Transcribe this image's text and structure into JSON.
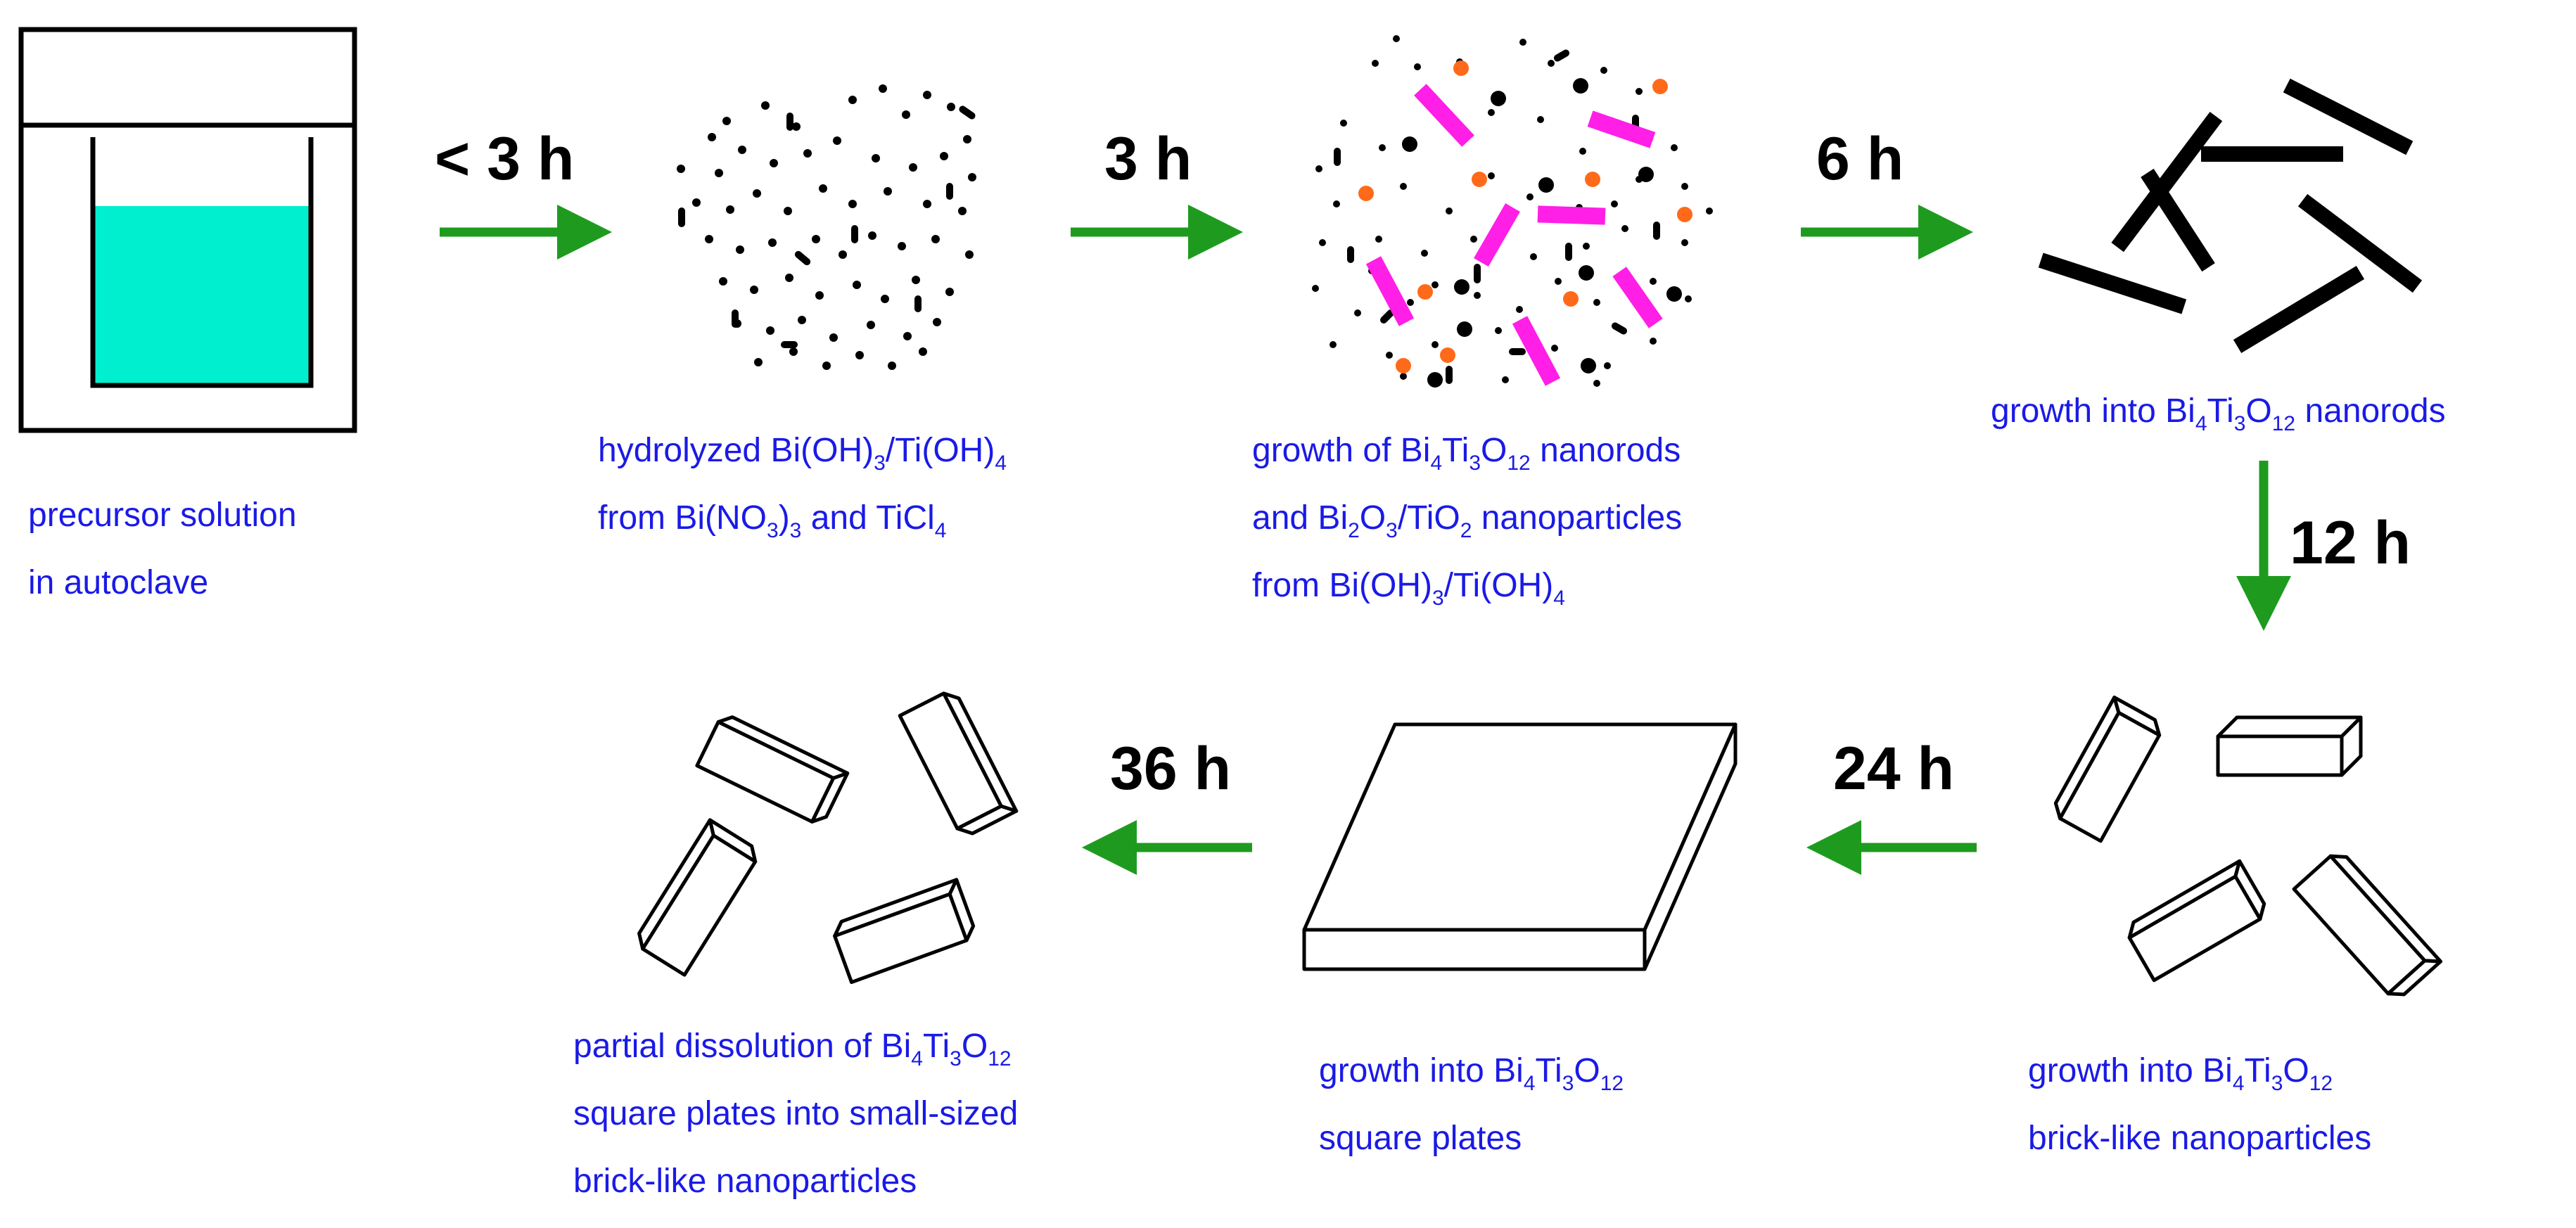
{
  "colors": {
    "caption": "#1a1ae6",
    "arrow": "#1e9b1e",
    "liquid": "#00f0cf",
    "nanorod_pink": "#ff1fe6",
    "particle_orange": "#ff6a1a",
    "ink": "#000000"
  },
  "steps": {
    "precursor": {
      "line1": "precursor solution",
      "line2": "in autoclave"
    },
    "hydrolyzed": {
      "l1_a": "hydrolyzed Bi(OH)",
      "l1_s1": "3",
      "l1_b": "/Ti(OH)",
      "l1_s2": "4",
      "l2_a": "from Bi(NO",
      "l2_s1": "3",
      "l2_b": ")",
      "l2_s2": "3",
      "l2_c": " and TiCl",
      "l2_s3": "4"
    },
    "growth_nanorods_particles": {
      "l1_a": "growth of Bi",
      "l1_s1": "4",
      "l1_b": "Ti",
      "l1_s2": "3",
      "l1_c": "O",
      "l1_s3": "12",
      "l1_d": " nanorods",
      "l2_a": "and Bi",
      "l2_s1": "2",
      "l2_b": "O",
      "l2_s2": "3",
      "l2_c": "/TiO",
      "l2_s3": "2",
      "l2_d": " nanoparticles",
      "l3_a": "from Bi(OH)",
      "l3_s1": "3",
      "l3_b": "/Ti(OH)",
      "l3_s2": "4"
    },
    "nanorods": {
      "a": "growth into Bi",
      "s1": "4",
      "b": "Ti",
      "s2": "3",
      "c": "O",
      "s3": "12",
      "d": " nanorods"
    },
    "brick": {
      "l1_a": "growth into Bi",
      "l1_s1": "4",
      "l1_b": "Ti",
      "l1_s2": "3",
      "l1_c": "O",
      "l1_s3": "12",
      "l2": "brick-like nanoparticles"
    },
    "plates": {
      "l1_a": "growth into Bi",
      "l1_s1": "4",
      "l1_b": "Ti",
      "l1_s2": "3",
      "l1_c": "O",
      "l1_s3": "12",
      "l2": "square plates"
    },
    "dissolution": {
      "l1_a": "partial dissolution of Bi",
      "l1_s1": "4",
      "l1_b": "Ti",
      "l1_s2": "3",
      "l1_c": "O",
      "l1_s3": "12",
      "l2": "square plates into small-sized",
      "l3": "brick-like nanoparticles"
    }
  },
  "times": {
    "t1": "< 3 h",
    "t2": "3 h",
    "t3": "6 h",
    "t4": "12 h",
    "t5": "24 h",
    "t6": "36 h"
  }
}
